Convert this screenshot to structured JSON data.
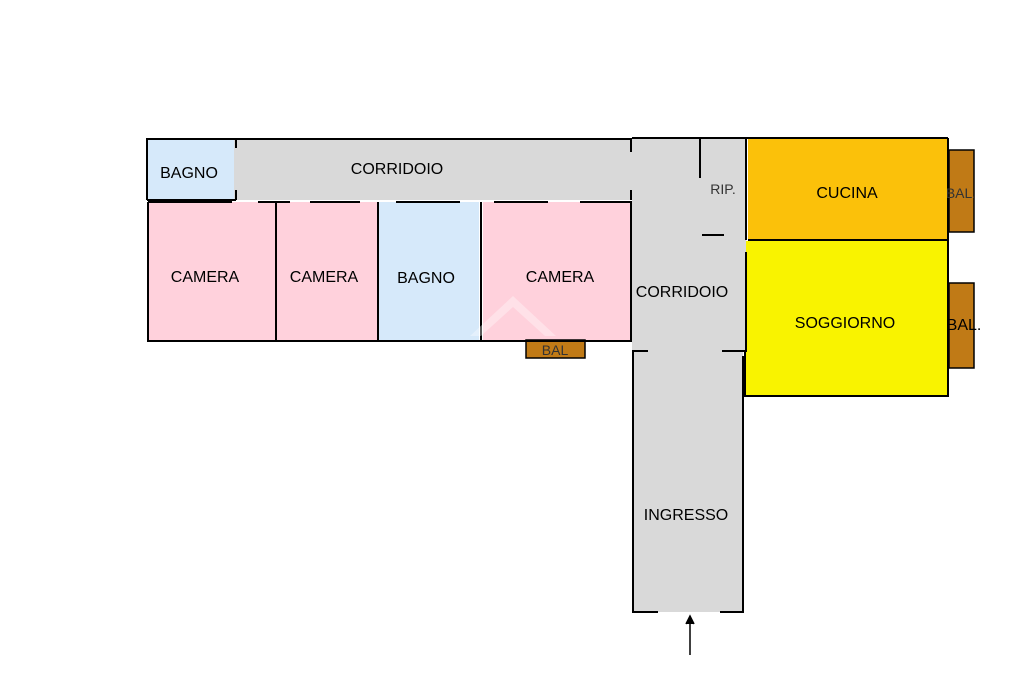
{
  "colors": {
    "corridor": "#d9d9d9",
    "bedroom": "#ffd1dc",
    "bathroom": "#d6e9fa",
    "kitchen": "#fbc10a",
    "living": "#f9f300",
    "balcony": "#c07a16",
    "wall": "#000000"
  },
  "rooms": {
    "bagno_1": "BAGNO",
    "corridoio_1": "CORRIDOIO",
    "camera_1": "CAMERA",
    "camera_2": "CAMERA",
    "bagno_2": "BAGNO",
    "camera_3": "CAMERA",
    "bal_1": "BAL",
    "rip": "RIP.",
    "corridoio_2": "CORRIDOIO",
    "cucina": "CUCINA",
    "bal_2": "BAL.",
    "soggiorno": "SOGGIORNO",
    "bal_3": "BAL.",
    "ingresso": "INGRESSO"
  },
  "icons": {
    "entrance": "arrow-up-icon"
  }
}
